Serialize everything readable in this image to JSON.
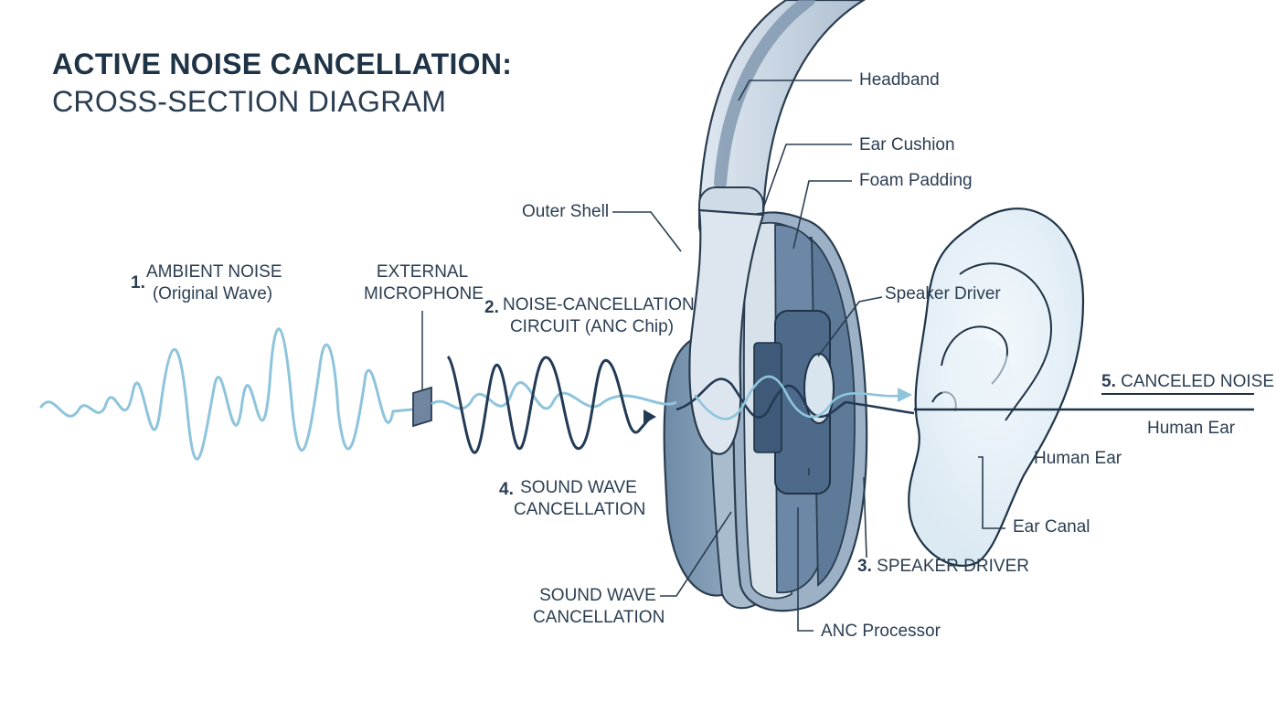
{
  "title": {
    "line1": "ACTIVE NOISE CANCELLATION:",
    "line2": "CROSS-SECTION DIAGRAM"
  },
  "steps": {
    "s1": {
      "num": "1.",
      "line1": "AMBIENT NOISE",
      "line2": "(Original Wave)"
    },
    "mic": {
      "line1": "EXTERNAL",
      "line2": "MICROPHONE"
    },
    "s2": {
      "num": "2.",
      "line1": "NOISE-CANCELLATION",
      "line2": "CIRCUIT (ANC Chip)"
    },
    "s3": {
      "num": "3.",
      "text": "SPEAKER DRIVER"
    },
    "s4": {
      "num": "4.",
      "line1": "SOUND WAVE",
      "line2": "CANCELLATION"
    },
    "s5": {
      "num": "5.",
      "text": "CANCELED NOISE"
    }
  },
  "callouts": {
    "headband": "Headband",
    "ear_cushion": "Ear Cushion",
    "foam_padding": "Foam Padding",
    "outer_shell": "Outer Shell",
    "speaker_driver": "Speaker Driver",
    "human_ear_1": "Human Ear",
    "human_ear_2": "Human Ear",
    "ear_canal": "Ear Canal",
    "anc_processor": "ANC Processor",
    "sound_wave_cancel_line1": "SOUND WAVE",
    "sound_wave_cancel_line2": "CANCELLATION"
  },
  "colors": {
    "navy": "#1f3346",
    "wave_light": "#8ec4dc",
    "wave_dark": "#233a55",
    "shell": "#8fa6bf",
    "ear": "#e3eef6"
  }
}
